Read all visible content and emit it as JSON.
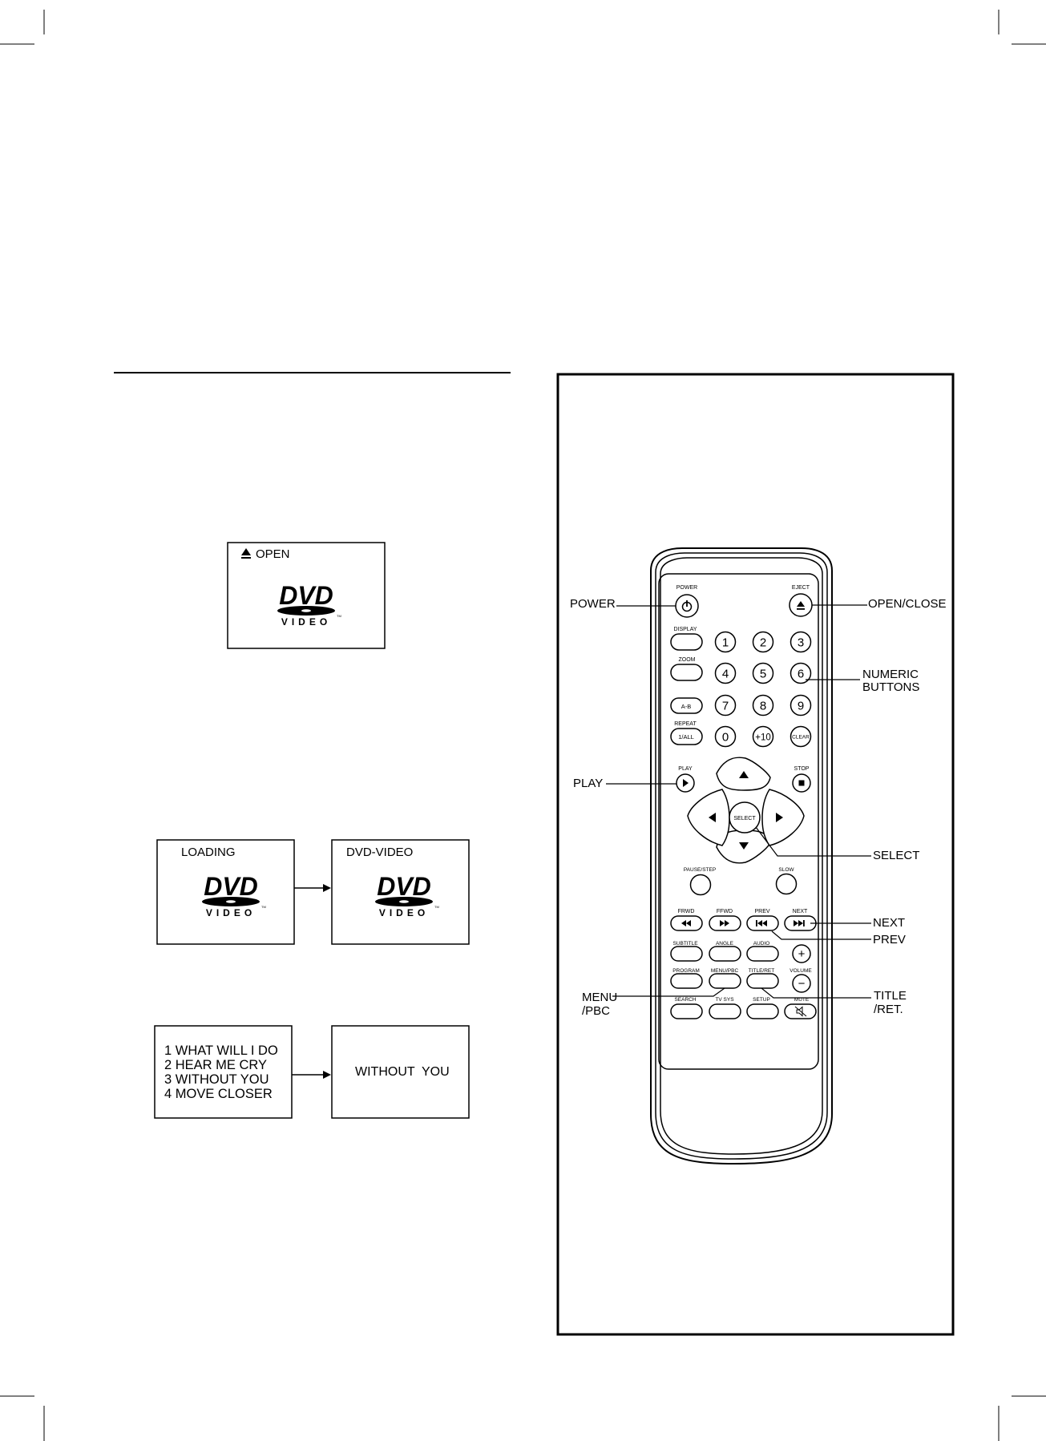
{
  "screens": {
    "open": {
      "label": "OPEN"
    },
    "loading": {
      "label": "LOADING"
    },
    "dvd_video": {
      "label": "DVD-VIDEO"
    },
    "playing": {
      "label": "WITHOUT  YOU"
    }
  },
  "track_list": [
    "1 WHAT  WILL  I  DO",
    "2  HEAR  ME  CRY",
    "3  WITHOUT  YOU",
    "4  MOVE  CLOSER"
  ],
  "dvd_logo": {
    "main": "DVD",
    "sub": "VIDEO",
    "tm": "TM"
  },
  "callouts": {
    "power": "POWER",
    "open_close": "OPEN/CLOSE",
    "numeric_1": "NUMERIC",
    "numeric_2": "BUTTONS",
    "play": "PLAY",
    "select": "SELECT",
    "next": "NEXT",
    "prev": "PREV",
    "menu_1": "MENU",
    "menu_2": "/PBC",
    "title_1": "TITLE",
    "title_2": "/RET."
  },
  "remote": {
    "power": "POWER",
    "eject": "EJECT",
    "display": "DISPLAY",
    "zoom": "ZOOM",
    "ab": "A-B",
    "repeat": "REPEAT",
    "repeat_mode": "1/ALL",
    "play": "PLAY",
    "stop": "STOP",
    "select": "SELECT",
    "pause_step": "PAUSE/STEP",
    "slow": "SLOW",
    "frwd": "FRWD",
    "ffwd": "FFWD",
    "prev": "PREV",
    "next": "NEXT",
    "subtitle": "SUBTITLE",
    "angle": "ANGLE",
    "audio": "AUDIO",
    "program": "PROGRAM",
    "menu_pbc": "MENU/PBC",
    "title_ret": "TITLE/RET",
    "volume": "VOLUME",
    "search": "SEARCH",
    "tv_sys": "TV SYS",
    "setup": "SETUP",
    "mute": "MUTE",
    "num_row1": [
      "1",
      "2",
      "3"
    ],
    "num_row2": [
      "4",
      "5",
      "6"
    ],
    "num_row3": [
      "7",
      "8",
      "9"
    ],
    "num_row4": [
      "0",
      "+10",
      "CLEAR"
    ],
    "vol_plus": "+",
    "vol_minus": "−"
  }
}
